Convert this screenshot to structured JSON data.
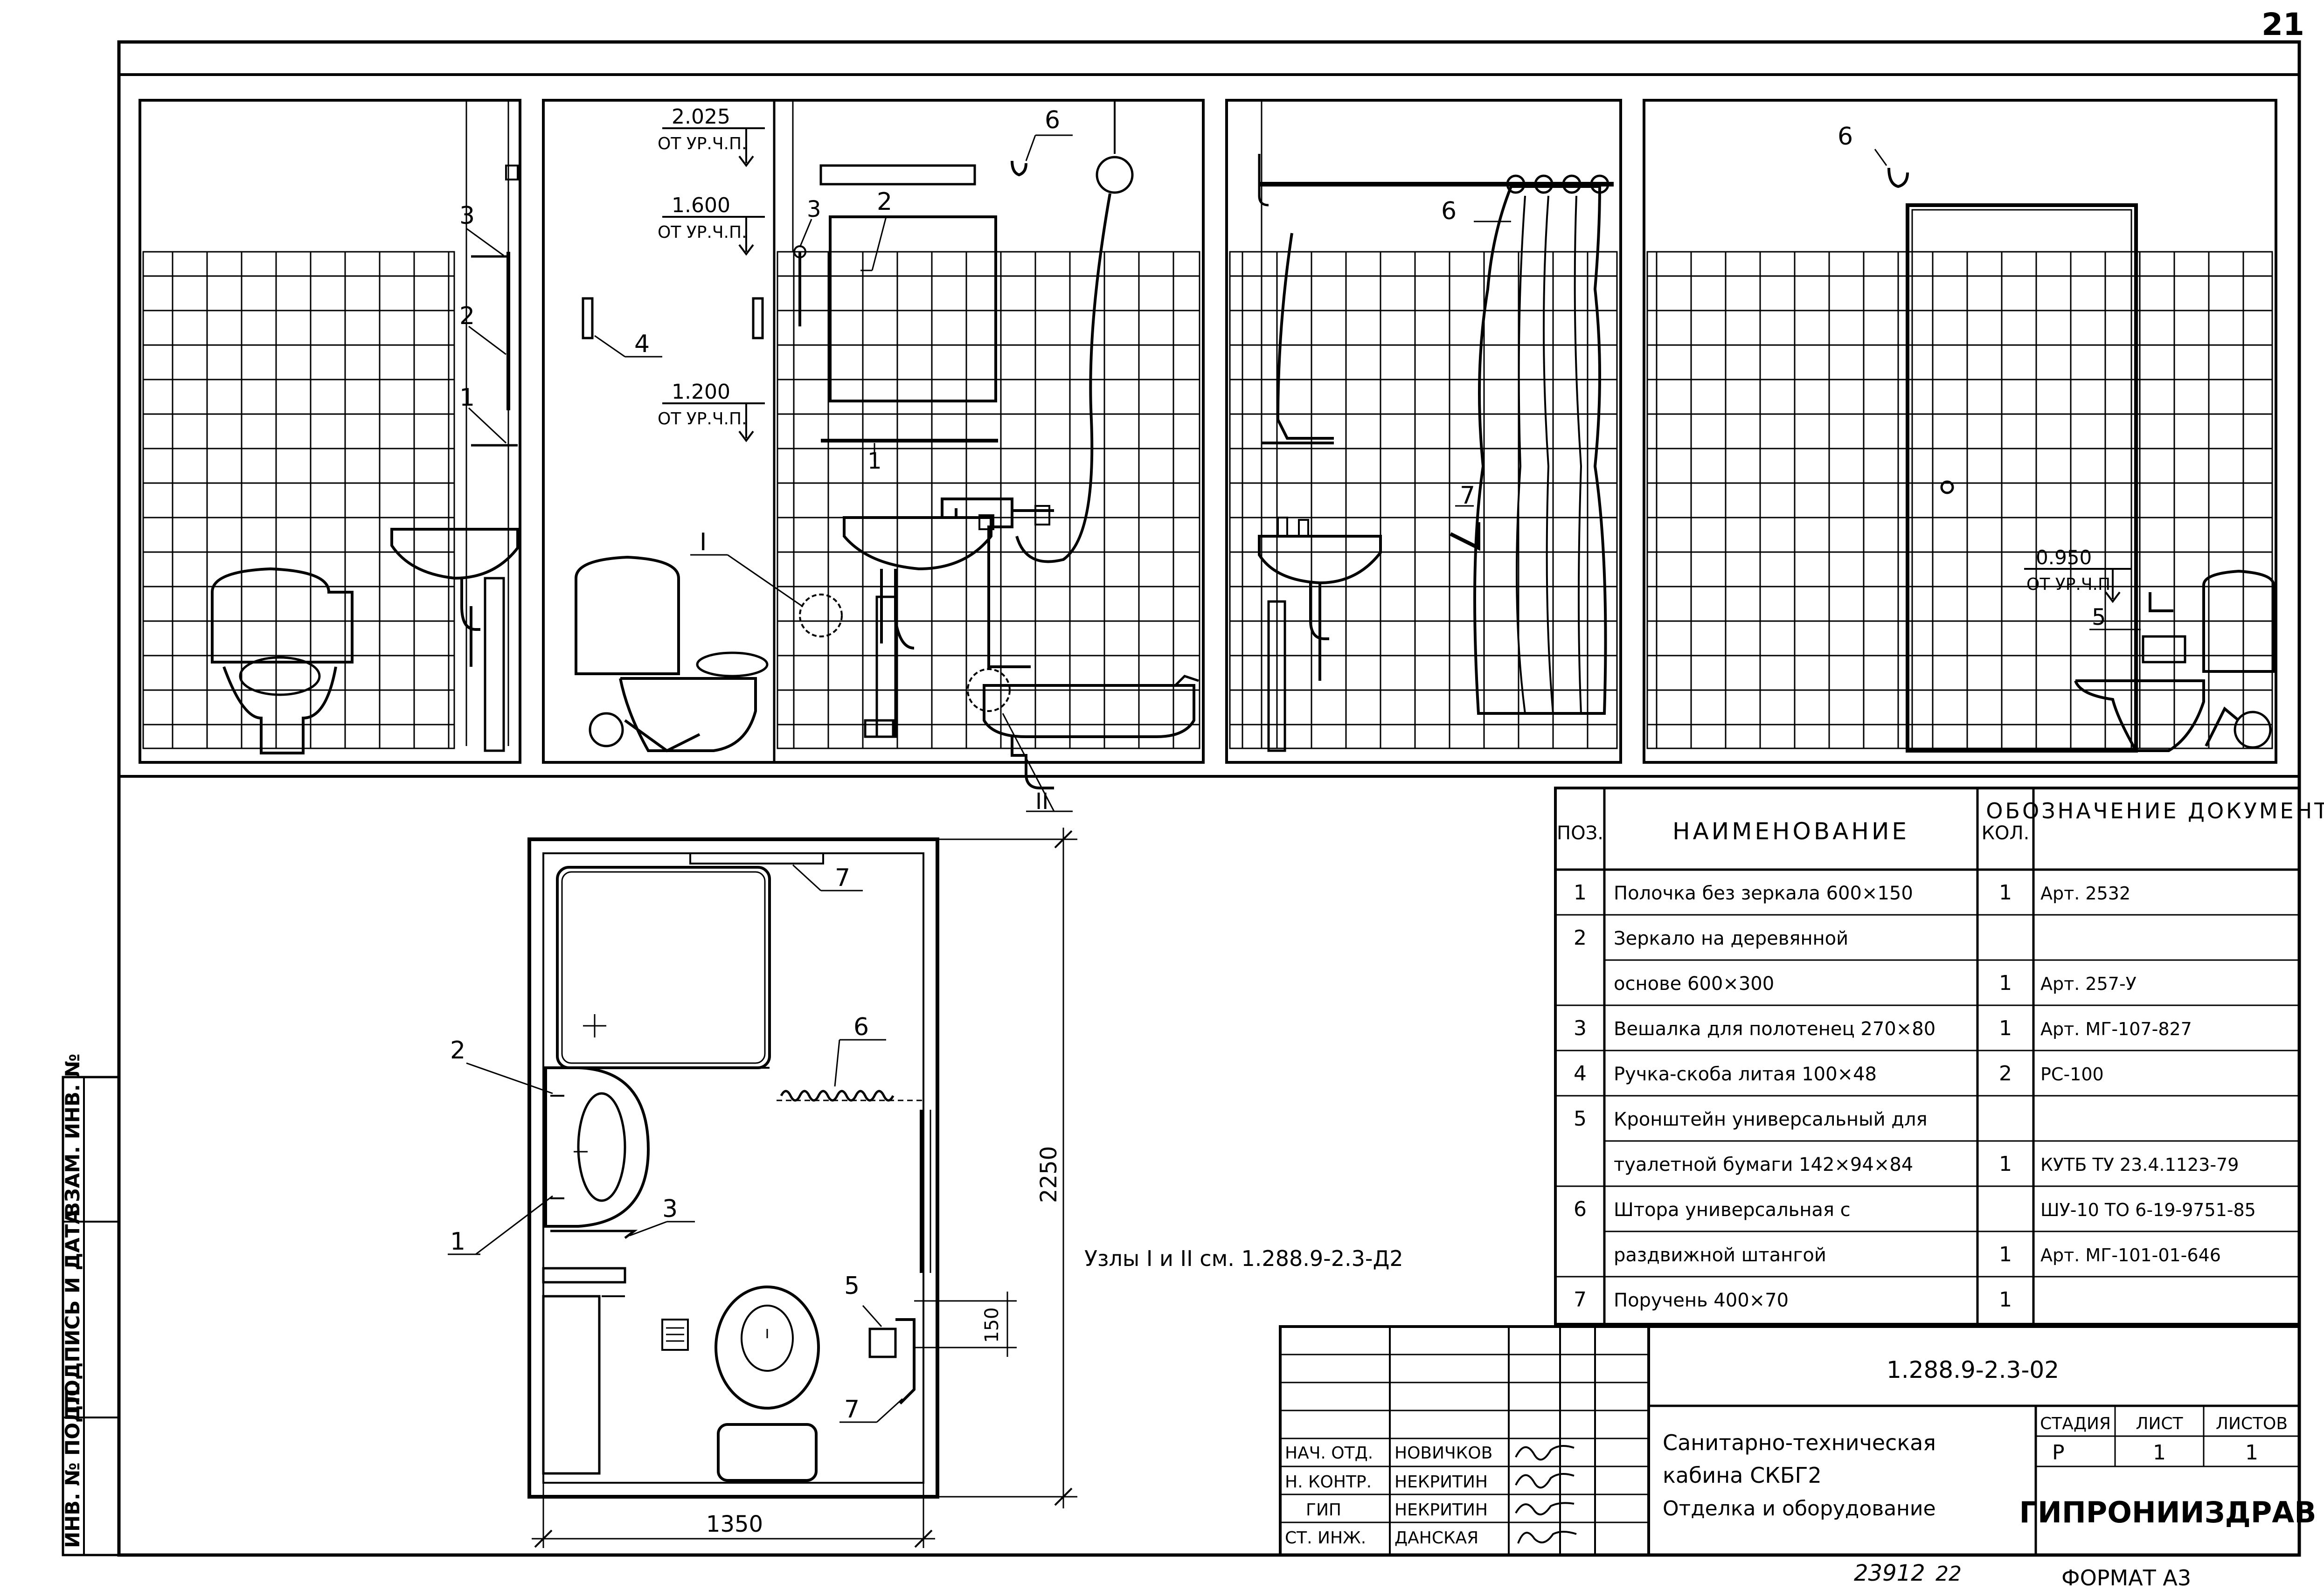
{
  "sheet_number": "21",
  "elevations": {
    "e2": {
      "lvl1_value": "2.025",
      "lvl1_ref": "ОТ УР.Ч.П.",
      "lvl2_value": "1.600",
      "lvl2_ref": "ОТ УР.Ч.П.",
      "lvl3_value": "1.200",
      "lvl3_ref": "ОТ УР.Ч.П.",
      "node_I": "I",
      "node_II": "II"
    },
    "e4": {
      "lvl_value": "0.950",
      "lvl_ref": "ОТ УР.Ч.П"
    }
  },
  "callouts": {
    "p1": "1",
    "p2": "2",
    "p3": "3",
    "p4": "4",
    "p5": "5",
    "p6": "6",
    "p7": "7"
  },
  "plan": {
    "dim_height": "2250",
    "dim_width": "1350",
    "dim_small": "150"
  },
  "nodes_note": "Узлы I и II см. 1.288.9-2.3-Д2",
  "spec": {
    "headers": {
      "pos": "ПОЗ.",
      "name": "НАИМЕНОВАНИЕ",
      "qty": "КОЛ.",
      "doc": "ОБОЗНАЧЕНИЕ ДОКУМЕНТА"
    },
    "rows": [
      {
        "pos": "1",
        "name": "Полочка без зеркала 600×150",
        "qty": "1",
        "doc": "Арт. 2532"
      },
      {
        "pos": "2",
        "name": "Зеркало на деревянной",
        "qty": "",
        "doc": ""
      },
      {
        "pos": "",
        "name": "основе 600×300",
        "qty": "1",
        "doc": "Арт. 257-У"
      },
      {
        "pos": "3",
        "name": "Вешалка для полотенец 270×80",
        "qty": "1",
        "doc": "Арт. МГ-107-827"
      },
      {
        "pos": "4",
        "name": "Ручка-скоба литая 100×48",
        "qty": "2",
        "doc": "РС-100"
      },
      {
        "pos": "5",
        "name": "Кронштейн универсальный для",
        "qty": "",
        "doc": ""
      },
      {
        "pos": "",
        "name": "туалетной бумаги 142×94×84",
        "qty": "1",
        "doc": "КУТБ ТУ 23.4.1123-79"
      },
      {
        "pos": "6",
        "name": "Штора универсальная с",
        "qty": "",
        "doc": "ШУ-10 ТО 6-19-9751-85"
      },
      {
        "pos": "",
        "name": "раздвижной штангой",
        "qty": "1",
        "doc": "Арт. МГ-101-01-646"
      },
      {
        "pos": "7",
        "name": "Поручень 400×70",
        "qty": "1",
        "doc": ""
      }
    ]
  },
  "title_block": {
    "code": "1.288.9-2.3-02",
    "title_lines": [
      "Санитарно-техническая",
      "кабина СКБГ2",
      "Отделка и оборудование"
    ],
    "stage_label": "СТАДИЯ",
    "sheet_label": "ЛИСТ",
    "sheets_label": "ЛИСТОВ",
    "stage": "Р",
    "sheet": "1",
    "sheets": "1",
    "org": "ГИПРОНИИЗДРАВ",
    "roles": [
      {
        "role": "НАЧ. ОТД.",
        "name": "НОВИЧКОВ"
      },
      {
        "role": "Н. КОНТР.",
        "name": "НЕКРИТИН"
      },
      {
        "role": "ГИП",
        "name": "НЕКРИТИН"
      },
      {
        "role": "СТ. ИНЖ.",
        "name": "ДАНСКАЯ"
      }
    ]
  },
  "left_strip": {
    "a": "ИНВ. № ПОДЛ.",
    "b": "ПОДПИСЬ И ДАТА",
    "c": "ВЗАМ. ИНВ. №"
  },
  "footer": {
    "number": "23912",
    "sub": "22",
    "format": "ФОРМАТ А3"
  }
}
